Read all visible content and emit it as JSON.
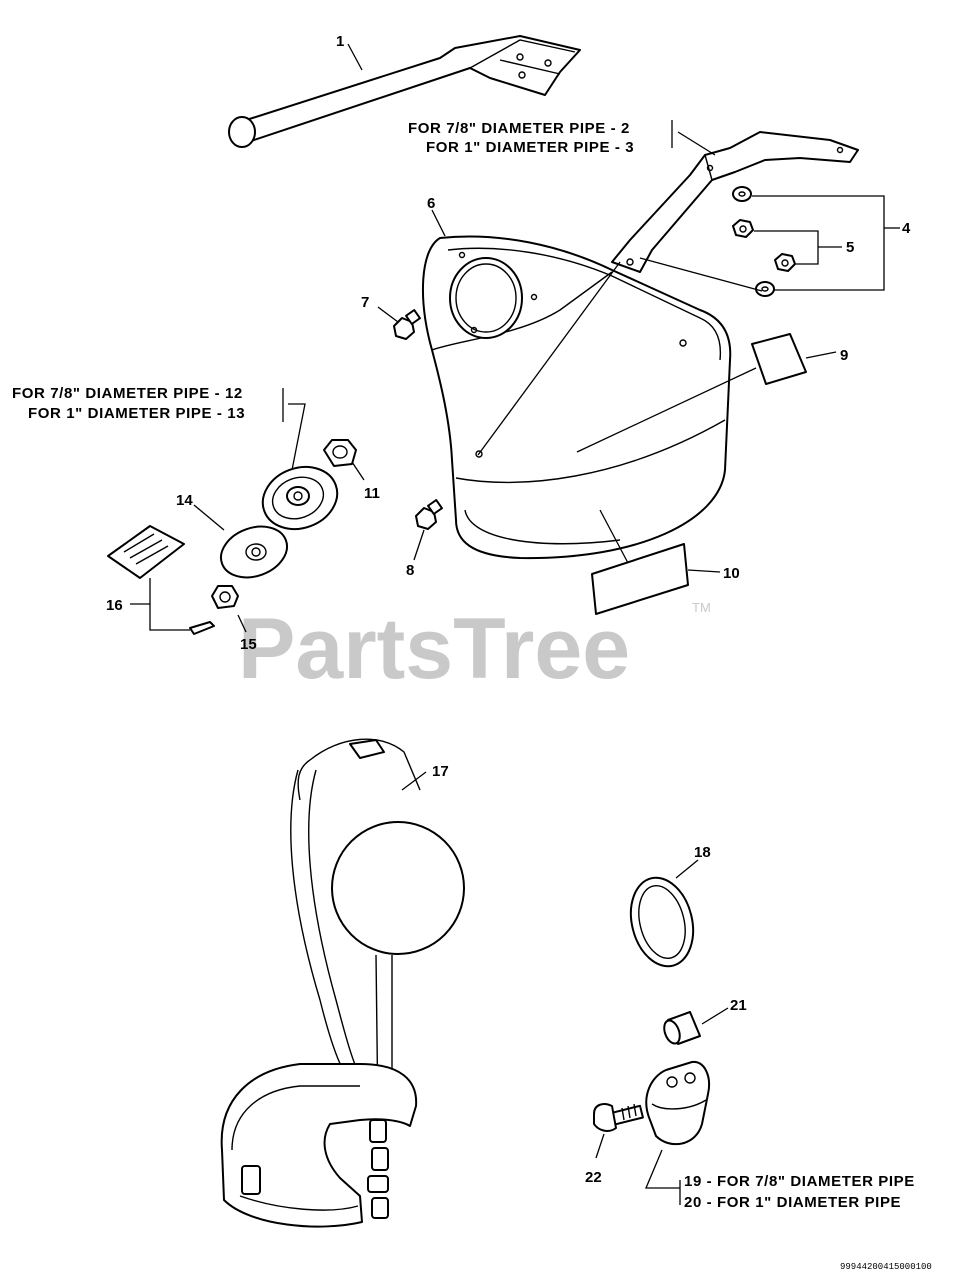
{
  "watermark": {
    "text": "PartsTree",
    "trademark": "TM"
  },
  "diagram_code": "99944200415000100",
  "callouts": [
    "1",
    "4",
    "5",
    "6",
    "7",
    "8",
    "9",
    "10",
    "11",
    "14",
    "15",
    "16",
    "17",
    "18",
    "21",
    "22"
  ],
  "notes": {
    "n2": "FOR 7/8\"  DIAMETER PIPE - 2",
    "n3": "FOR 1\"  DIAMETER PIPE - 3",
    "n12": "FOR 7/8\"  DIAMETER PIPE - 12",
    "n13": "FOR 1\"  DIAMETER PIPE - 13",
    "n19": "19  - FOR 7/8\"  DIAMETER PIPE",
    "n20": "20  - FOR 1\"  DIAMETER PIPE"
  }
}
